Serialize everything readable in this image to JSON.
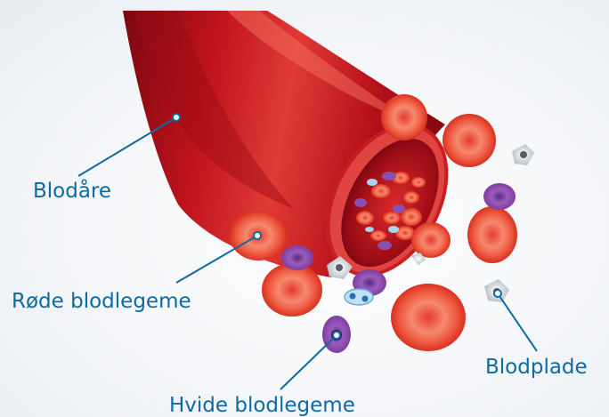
{
  "labels": {
    "vessel": "Blodåre",
    "red_cell": "Røde blodlegeme",
    "white_cell": "Hvide blodlegeme",
    "platelet": "Blodplade"
  },
  "colors": {
    "label": "#0e6aa2",
    "vessel": "#b5111a",
    "red_cell": "#ef4a38",
    "white_cell": "#8a45a8",
    "platelet": "#cfd4da"
  }
}
